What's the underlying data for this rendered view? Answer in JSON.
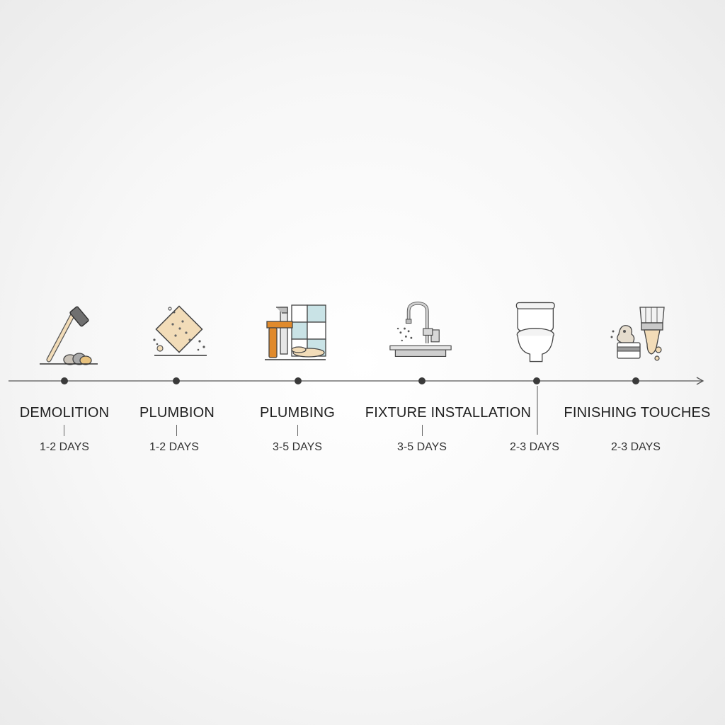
{
  "stages": [
    {
      "icon": "hammer-rubble-icon",
      "label": "DEMOLITION",
      "duration": "1-2 DAYS"
    },
    {
      "icon": "drywall-tile-icon",
      "label": "PLUMBION",
      "duration": "1-2 DAYS"
    },
    {
      "icon": "pipe-wrench-tiles-icon",
      "label": "PLUMBING",
      "duration": "3-5 DAYS"
    },
    {
      "icon": "faucet-sink-icon",
      "label": "FIXTURE INSTALLATION",
      "duration": "3-5 DAYS"
    },
    {
      "icon": "toilet-icon",
      "label": "",
      "duration": "2-3 DAYS"
    },
    {
      "icon": "paintbrush-icon",
      "label": "FINISHING TOUCHES",
      "duration": "2-3 DAYS"
    }
  ],
  "colors": {
    "line": "#555555",
    "accent_orange": "#e08a2c",
    "accent_tan": "#f2dcb8",
    "tile_blue": "#c9e3e6"
  }
}
